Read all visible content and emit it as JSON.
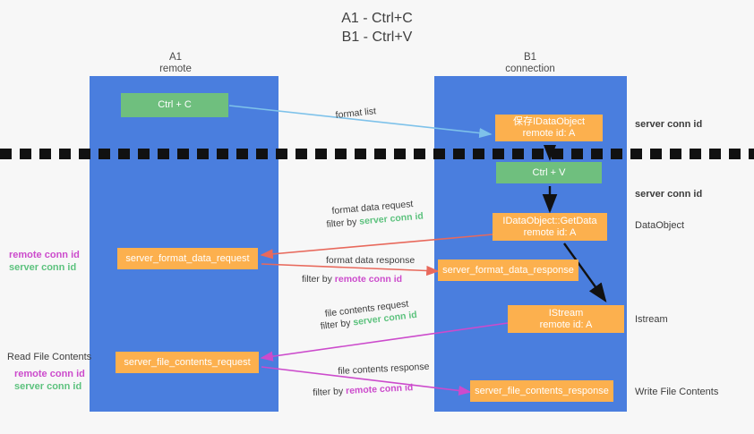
{
  "title": {
    "line1": "A1 - Ctrl+C",
    "line2": "B1 - Ctrl+V"
  },
  "lanes": [
    {
      "name": "A1",
      "sub": "remote"
    },
    {
      "name": "B1",
      "sub": "connection"
    }
  ],
  "boxes": {
    "ctrl_c": "Ctrl + C",
    "ctrl_v": "Ctrl + V",
    "save_dataobject": {
      "line1": "保存IDataObject",
      "line2": "remote id: A"
    },
    "getdata": {
      "line1": "IDataObject::GetData",
      "line2": "remote id: A"
    },
    "istream": {
      "line1": "IStream",
      "line2": "remote id: A"
    },
    "server_format_data_request": "server_format_data_request",
    "server_format_data_response": "server_format_data_response",
    "server_file_contents_request": "server_file_contents_request",
    "server_file_contents_response": "server_file_contents_response"
  },
  "arrow_labels": {
    "format_list": "format list",
    "format_data_request": "format data request",
    "format_data_request_filter_prefix": "filter by ",
    "format_data_request_filter_key": "server conn id",
    "format_data_response": "format data response",
    "format_data_response_filter_prefix": "filter by ",
    "format_data_response_filter_key": "remote conn id",
    "file_contents_request": "file contents request",
    "file_contents_request_filter_prefix": "filter by ",
    "file_contents_request_filter_key": "server conn id",
    "file_contents_response": "file contents response",
    "file_contents_response_filter_prefix": "filter by ",
    "file_contents_response_filter_key": "remote conn id"
  },
  "right_annotations": {
    "server_conn_id_top": "server conn id",
    "server_conn_id_mid": "server conn id",
    "dataobject": "DataObject",
    "istream": "Istream",
    "write_file_contents": "Write File Contents"
  },
  "left_annotations": {
    "pair_mid": {
      "remote": "remote conn id",
      "server": "server conn id"
    },
    "read_file_contents": "Read File Contents",
    "pair_bottom": {
      "remote": "remote conn id",
      "server": "server conn id"
    }
  },
  "colors": {
    "lane": "#4a7ede",
    "green_box": "#6fbf7e",
    "orange_box": "#fcb04e",
    "green_text": "#5dc27e",
    "magenta_text": "#cc4bcc",
    "arrow_blue": "#7ec2ea",
    "arrow_red": "#e8695c",
    "arrow_magenta": "#cc4bcc",
    "arrow_black": "#111111",
    "background": "#f7f7f7"
  }
}
